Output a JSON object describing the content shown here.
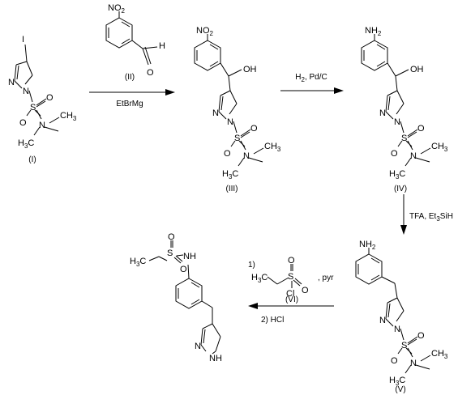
{
  "colors": {
    "ink": "#000000",
    "background": "#ffffff"
  },
  "compounds": {
    "I": {
      "label": "(I)",
      "atoms": {
        "iodo": "I",
        "n1": "N",
        "n3": "N",
        "s": "S",
        "o1": "O",
        "o2": "O",
        "n_amide": "N",
        "me1": "CH3",
        "me2": "H3C"
      }
    },
    "II": {
      "label": "(II)",
      "atoms": {
        "nitro": "NO2",
        "o_ald": "O",
        "h_ald": "H"
      }
    },
    "III": {
      "label": "(III)",
      "atoms": {
        "nitro": "NO2",
        "oh": "OH",
        "n1": "N",
        "n3": "N",
        "s": "S",
        "o1": "O",
        "o2": "O",
        "n_amide": "N",
        "me1": "CH3",
        "me2": "H3C"
      }
    },
    "IV": {
      "label": "(IV)",
      "atoms": {
        "amine": "NH2",
        "oh": "OH",
        "n1": "N",
        "n3": "N",
        "s": "S",
        "o1": "O",
        "o2": "O",
        "n_amide": "N",
        "me1": "CH3",
        "me2": "H3C"
      }
    },
    "V": {
      "label": "(V)",
      "atoms": {
        "amine": "NH2",
        "n1": "N",
        "n3": "N",
        "s": "S",
        "o1": "O",
        "o2": "O",
        "n_amide": "N",
        "me1": "CH3",
        "me2": "H3C"
      }
    },
    "VI": {
      "label": "(VI)",
      "atoms": {
        "me": "H3C",
        "s": "S",
        "o1": "O",
        "o2": "O",
        "cl": "Cl"
      }
    },
    "product": {
      "atoms": {
        "me": "H3C",
        "s": "S",
        "o1": "O",
        "o2": "O",
        "nh": "NH",
        "n_ring": "N",
        "nh_ring": "NH"
      }
    }
  },
  "steps": [
    {
      "reagent_above": "(II)",
      "reagent_below": "EtBrMg"
    },
    {
      "reagent_above": "H2, Pd/C"
    },
    {
      "reagent_right": "TFA, Et3SiH"
    },
    {
      "step1_number": "1)",
      "step1_suffix": ", pyr",
      "step2": "2) HCl"
    }
  ]
}
